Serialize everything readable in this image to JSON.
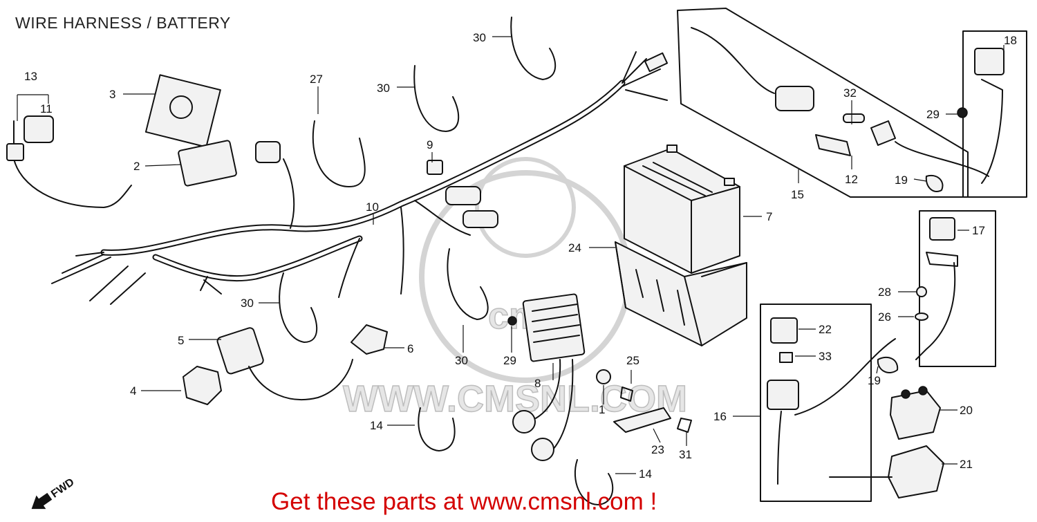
{
  "header": {
    "title": "WIRE HARNESS / BATTERY"
  },
  "footer": {
    "text": "Get these parts at www.cmsnl.com !"
  },
  "watermark": {
    "text": "WWW.CMSNL.COM",
    "logo": "cms-badge-logo"
  },
  "orientation": {
    "label": "FWD"
  },
  "colors": {
    "ink": "#111111",
    "footer": "#d40000",
    "watermark": "#bdbdbd"
  },
  "callouts": [
    {
      "id": "c13",
      "label": "13"
    },
    {
      "id": "c11",
      "label": "11"
    },
    {
      "id": "c3",
      "label": "3"
    },
    {
      "id": "c2",
      "label": "2"
    },
    {
      "id": "c27",
      "label": "27"
    },
    {
      "id": "c30a",
      "label": "30"
    },
    {
      "id": "c30b",
      "label": "30"
    },
    {
      "id": "c9",
      "label": "9"
    },
    {
      "id": "c10",
      "label": "10"
    },
    {
      "id": "c30c",
      "label": "30"
    },
    {
      "id": "c5",
      "label": "5"
    },
    {
      "id": "c6",
      "label": "6"
    },
    {
      "id": "c4",
      "label": "4"
    },
    {
      "id": "c30d",
      "label": "30"
    },
    {
      "id": "c29a",
      "label": "29"
    },
    {
      "id": "c8",
      "label": "8"
    },
    {
      "id": "c1",
      "label": "1"
    },
    {
      "id": "c25",
      "label": "25"
    },
    {
      "id": "c14a",
      "label": "14"
    },
    {
      "id": "c14b",
      "label": "14"
    },
    {
      "id": "c23",
      "label": "23"
    },
    {
      "id": "c31",
      "label": "31"
    },
    {
      "id": "c24",
      "label": "24"
    },
    {
      "id": "c7",
      "label": "7"
    },
    {
      "id": "c32",
      "label": "32"
    },
    {
      "id": "c12",
      "label": "12"
    },
    {
      "id": "c15",
      "label": "15"
    },
    {
      "id": "c18",
      "label": "18"
    },
    {
      "id": "c29b",
      "label": "29"
    },
    {
      "id": "c19a",
      "label": "19"
    },
    {
      "id": "c17",
      "label": "17"
    },
    {
      "id": "c28",
      "label": "28"
    },
    {
      "id": "c26",
      "label": "26"
    },
    {
      "id": "c22",
      "label": "22"
    },
    {
      "id": "c33",
      "label": "33"
    },
    {
      "id": "c19b",
      "label": "19"
    },
    {
      "id": "c16",
      "label": "16"
    },
    {
      "id": "c20",
      "label": "20"
    },
    {
      "id": "c21",
      "label": "21"
    }
  ]
}
